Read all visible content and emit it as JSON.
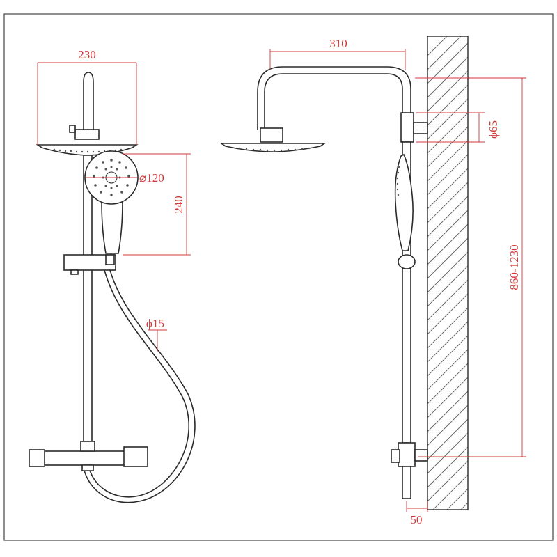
{
  "dimensions": {
    "shower_head_width": "230",
    "hand_shower_diameter": "⌀120",
    "hand_shower_length": "240",
    "hose_diameter": "ϕ15",
    "arm_reach": "310",
    "wall_bracket_diameter": "ϕ65",
    "height_range": "860-1230",
    "wall_distance": "50"
  },
  "colors": {
    "line": "#2a2a2a",
    "dimension": "#d23a3a"
  }
}
